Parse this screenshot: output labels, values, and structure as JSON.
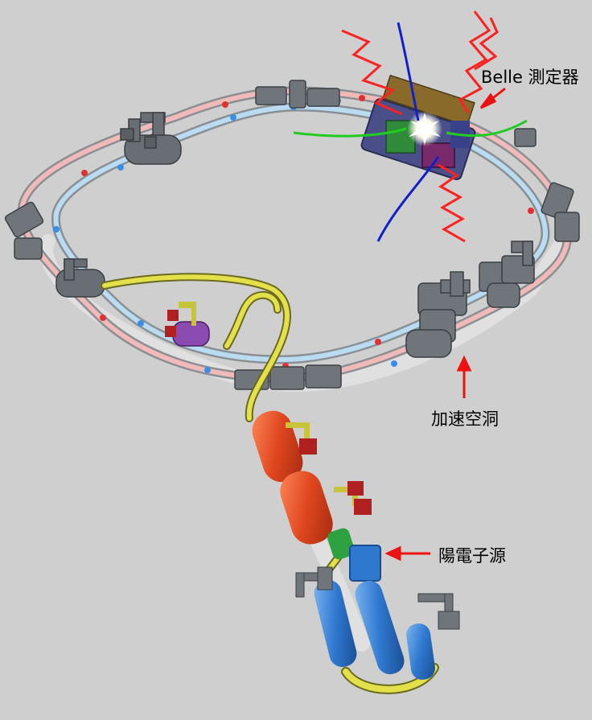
{
  "labels": {
    "detector": "Belle 測定器",
    "cavity": "加速空洞",
    "positron_source": "陽電子源"
  },
  "colors": {
    "background": "#cfcfcf",
    "her_ring": "#f2b9b9",
    "ler_ring": "#b9dcf2",
    "electron_dot": "#e03030",
    "positron_dot": "#3a8ee8",
    "magnet": "#6f757a",
    "linac_red": "#e0461e",
    "linac_blue": "#2f78d0",
    "transport_line": "#e3e04a",
    "arrow": "#ee1111",
    "photon_wave": "#ff2020",
    "track_blue": "#1020cc",
    "track_green": "#20cc20"
  }
}
